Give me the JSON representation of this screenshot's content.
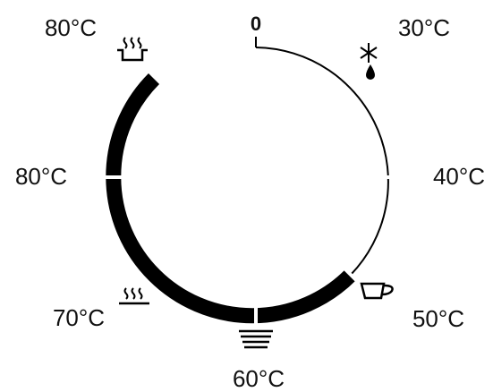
{
  "dial": {
    "zero_label": "0",
    "colors": {
      "ink": "#000000",
      "background": "#ffffff"
    },
    "positions": [
      {
        "label": "30°C",
        "icon": "snowflake-drop-icon"
      },
      {
        "label": "40°C",
        "icon": ""
      },
      {
        "label": "50°C",
        "icon": "cup-icon"
      },
      {
        "label": "60°C",
        "icon": "heat-lines-icon"
      },
      {
        "label": "70°C",
        "icon": "steam-icon"
      },
      {
        "label": "80°C",
        "icon": ""
      },
      {
        "label": "80°C",
        "icon": "steam-pot-icon"
      }
    ]
  }
}
